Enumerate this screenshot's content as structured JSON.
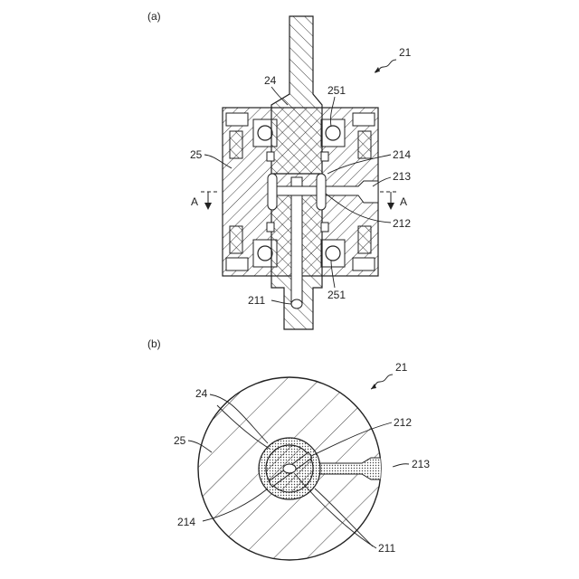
{
  "figure_a": {
    "panel_label": "(a)",
    "ref_main": "21",
    "labels": {
      "shaft": "24",
      "housing": "25",
      "bearing_top": "251",
      "bearing_bottom": "251",
      "groove": "214",
      "port": "213",
      "passage": "212",
      "inner_hole": "211",
      "section_left": "A",
      "section_right": "A"
    }
  },
  "figure_b": {
    "panel_label": "(b)",
    "ref_main": "21",
    "labels": {
      "shaft": "24",
      "housing": "25",
      "passage": "212",
      "port": "213",
      "groove": "214",
      "inner_hole": "211"
    }
  },
  "colors": {
    "line": "#222222",
    "fill": "#ffffff",
    "dot_fill": "#d9d9d9"
  }
}
